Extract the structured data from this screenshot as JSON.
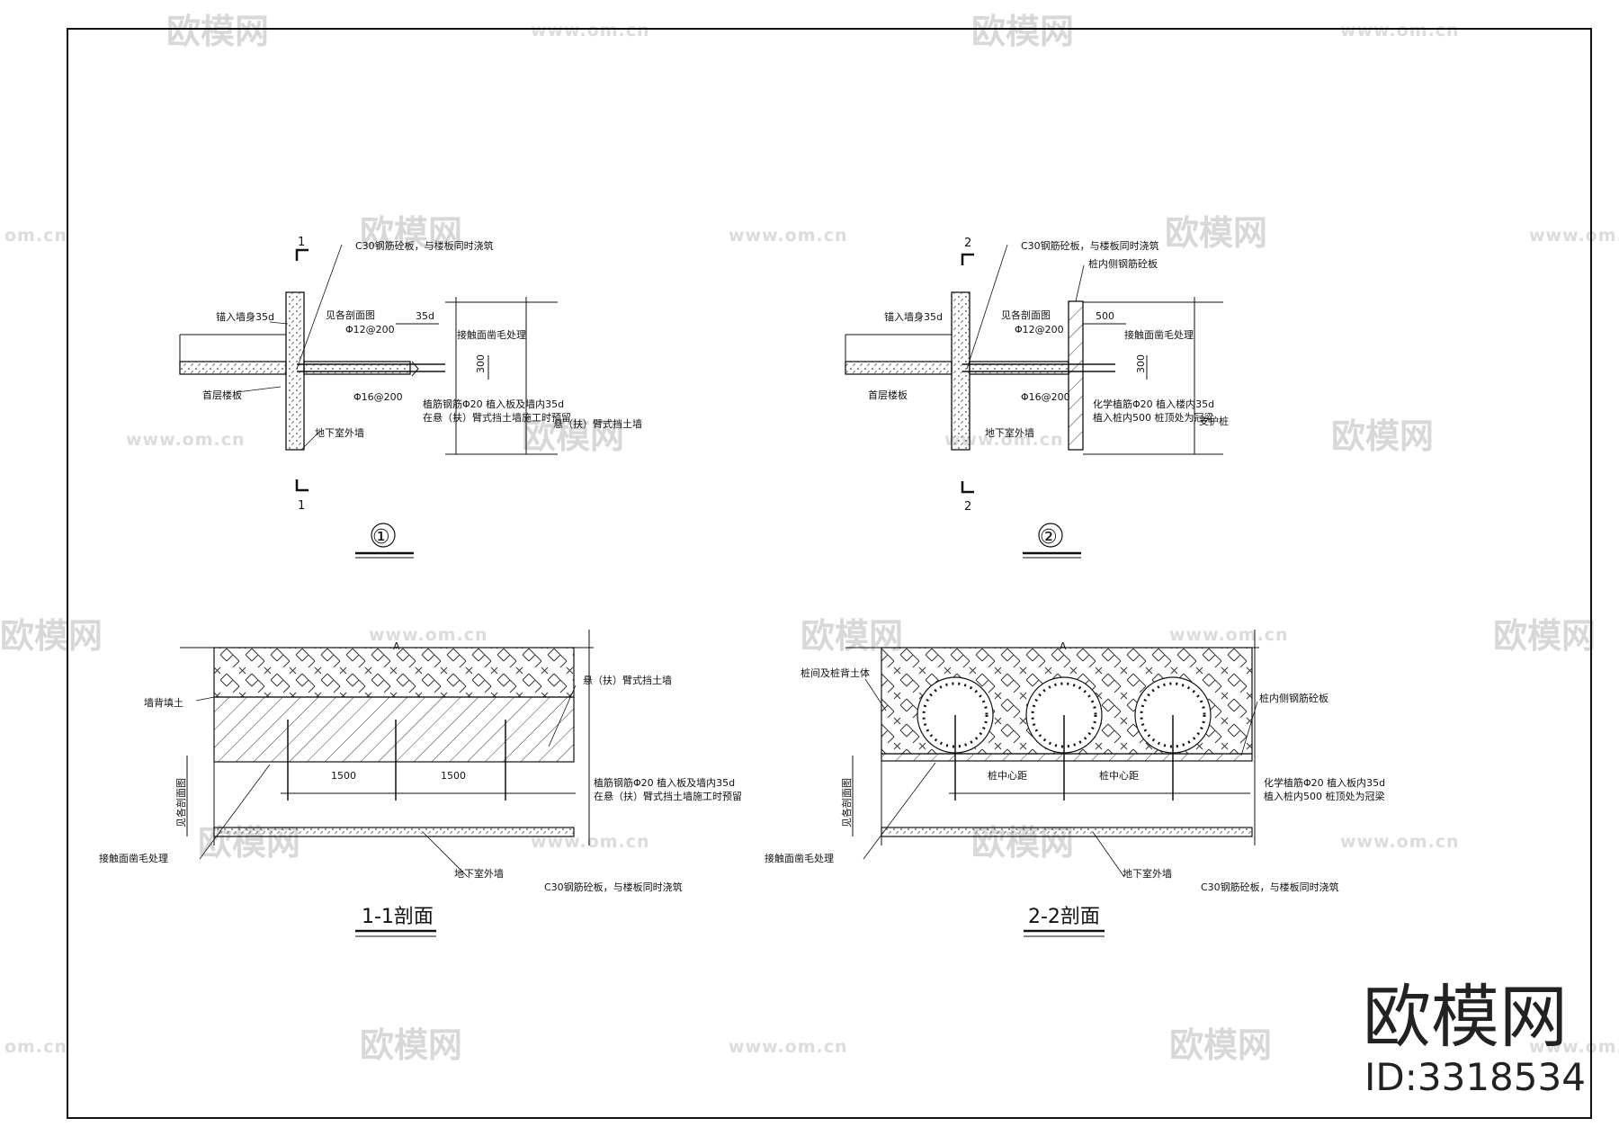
{
  "watermark": {
    "brand": "欧模网",
    "url": "www.om.cn",
    "url_partial": "om.cn"
  },
  "stamp": {
    "brand": "欧模网",
    "id": "ID:3318534"
  },
  "detail1": {
    "cut_top": "1",
    "cut_bottom": "1",
    "number": "①",
    "labels": {
      "c30_slab": "C30钢筋砼板，与楼板同时浇筑",
      "anchor_wall": "锚入墙身35d",
      "see_section": "见各剖面图",
      "rebar_top": "Φ12@200",
      "dim_35d": "35d",
      "interface": "接触面凿毛处理",
      "dim_300": "300",
      "first_floor": "首层楼板",
      "rebar_bottom": "Φ16@200",
      "plant_rebar_1": "植筋钢筋Φ20 植入板及墙内35d",
      "plant_rebar_2": "在悬（扶）臂式挡土墙施工时预留",
      "basement_wall": "地下室外墙",
      "retaining_wall": "悬（扶）臂式挡土墙"
    }
  },
  "detail2": {
    "cut_top": "2",
    "cut_bottom": "2",
    "number": "②",
    "labels": {
      "c30_slab": "C30钢筋砼板，与楼板同时浇筑",
      "pile_slab": "桩内侧钢筋砼板",
      "anchor_wall": "锚入墙身35d",
      "see_section": "见各剖面图",
      "dim_500": "500",
      "rebar_top": "Φ12@200",
      "interface": "接触面凿毛处理",
      "dim_300": "300",
      "first_floor": "首层楼板",
      "rebar_bottom": "Φ16@200",
      "plant_rebar_1": "化学植筋Φ20 植入楼内35d",
      "plant_rebar_2": "植入桩内500 桩顶处为冠梁",
      "basement_wall": "地下室外墙",
      "support_pile": "支护桩"
    }
  },
  "section11": {
    "title": "1-1剖面",
    "marker": "A",
    "labels": {
      "backfill": "墙背填土",
      "retaining_wall": "悬（扶）臂式挡土墙",
      "see_section": "见各剖面图",
      "dim_a": "1500",
      "dim_b": "1500",
      "plant_rebar_1": "植筋钢筋Φ20 植入板及墙内35d",
      "plant_rebar_2": "在悬（扶）臂式挡土墙施工时预留",
      "interface": "接触面凿毛处理",
      "basement_wall": "地下室外墙",
      "c30_slab": "C30钢筋砼板，与楼板同时浇筑"
    }
  },
  "section22": {
    "title": "2-2剖面",
    "marker": "A",
    "labels": {
      "pile_soil": "桩间及桩背土体",
      "pile_slab": "桩内侧钢筋砼板",
      "see_section": "见各剖面图",
      "pile_spacing_a": "桩中心距",
      "pile_spacing_b": "桩中心距",
      "plant_rebar_1": "化学植筋Φ20 植入板内35d",
      "plant_rebar_2": "植入桩内500 桩顶处为冠梁",
      "interface": "接触面凿毛处理",
      "basement_wall": "地下室外墙",
      "c30_slab": "C30钢筋砼板，与楼板同时浇筑"
    }
  }
}
